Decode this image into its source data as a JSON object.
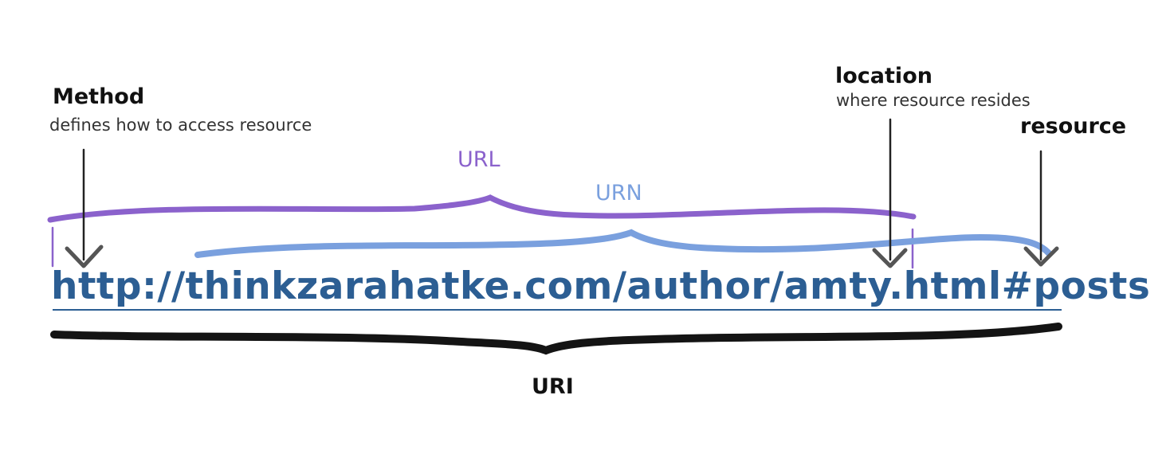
{
  "labels": {
    "method": {
      "title": "Method",
      "description": "defines how to access resource"
    },
    "location": {
      "title": "location",
      "description": "where resource resides"
    },
    "resource": {
      "title": "resource"
    },
    "url": "URL",
    "urn": "URN",
    "uri": "URI"
  },
  "example_uri": "http://thinkzarahatke.com/author/amty.html#posts",
  "colors": {
    "url_brace": "#8b62cc",
    "urn_brace": "#7aa0de",
    "uri_brace": "#141414",
    "uri_text": "#2c5e93",
    "arrows": "#222222"
  }
}
